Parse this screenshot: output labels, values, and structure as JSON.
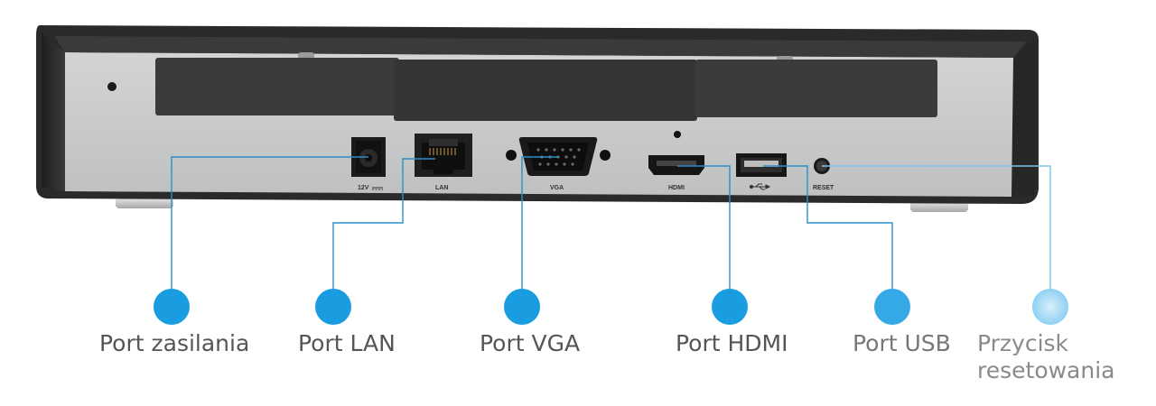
{
  "device": {
    "port_labels": {
      "power": "12V",
      "lan": "LAN",
      "vga": "VGA",
      "hdmi": "HDMI",
      "usb": "USB symbol",
      "reset": "RESET"
    }
  },
  "callouts": [
    {
      "id": "power",
      "label": "Port zasilania"
    },
    {
      "id": "lan",
      "label": "Port LAN"
    },
    {
      "id": "vga",
      "label": "Port VGA"
    },
    {
      "id": "hdmi",
      "label": "Port HDMI"
    },
    {
      "id": "usb",
      "label": "Port USB"
    },
    {
      "id": "reset",
      "label": "Przycisk resetowania"
    }
  ],
  "colors": {
    "accent": "#1a9de0",
    "leader_line": "#2b8fc7",
    "device_body": "#2e2e2e",
    "device_face": "#c9cacb",
    "label_text": "#555555"
  }
}
